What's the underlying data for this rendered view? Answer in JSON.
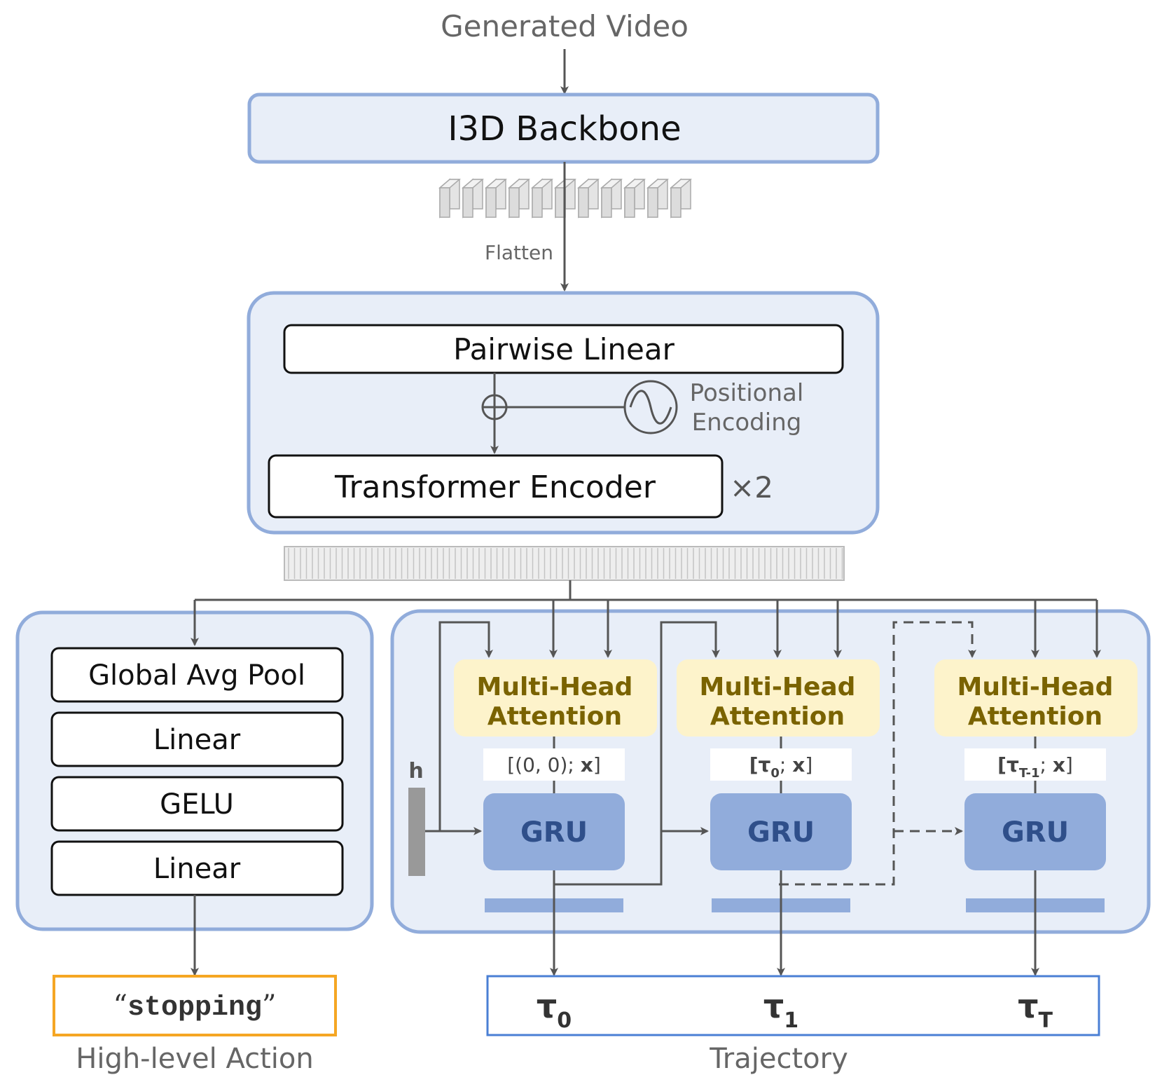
{
  "input_label": "Generated Video",
  "backbone_label": "I3D Backbone",
  "flatten_label": "Flatten",
  "encoder": {
    "pairwise_label": "Pairwise Linear",
    "positional_line1": "Positional",
    "positional_line2": "Encoding",
    "transformer_label": "Transformer Encoder",
    "repeat_label": "×2"
  },
  "action_head": {
    "layers": [
      "Global Avg Pool",
      "Linear",
      "GELU",
      "Linear"
    ],
    "output_value": "stopping",
    "output_caption": "High-level Action"
  },
  "trajectory_head": {
    "hidden_label": "h",
    "attention_line1": "Multi-Head",
    "attention_line2": "Attention",
    "gru_label": "GRU",
    "steps": [
      {
        "input_pre": "[(0, 0); ",
        "input_x": "x",
        "input_post": "]",
        "sub": "",
        "output_symbol": "τ",
        "output_sub": "0"
      },
      {
        "input_pre": "[τ",
        "input_x": "x",
        "input_post": "]",
        "sub": "0",
        "output_symbol": "τ",
        "output_sub": "1"
      },
      {
        "input_pre": "[τ",
        "input_x": "x",
        "input_post": "]",
        "sub": "T-1",
        "output_symbol": "τ",
        "output_sub": "T"
      }
    ],
    "output_caption": "Trajectory"
  },
  "colors": {
    "panel_fill": "#e8eef8",
    "panel_border": "#91acdb",
    "gru_fill": "#91acdb",
    "gru_text": "#2f4f8a",
    "attention_fill": "#fdf3cb",
    "attention_text": "#7a6300",
    "action_border": "#f5a623",
    "trajectory_border": "#4a7fd4",
    "line": "#555555"
  }
}
